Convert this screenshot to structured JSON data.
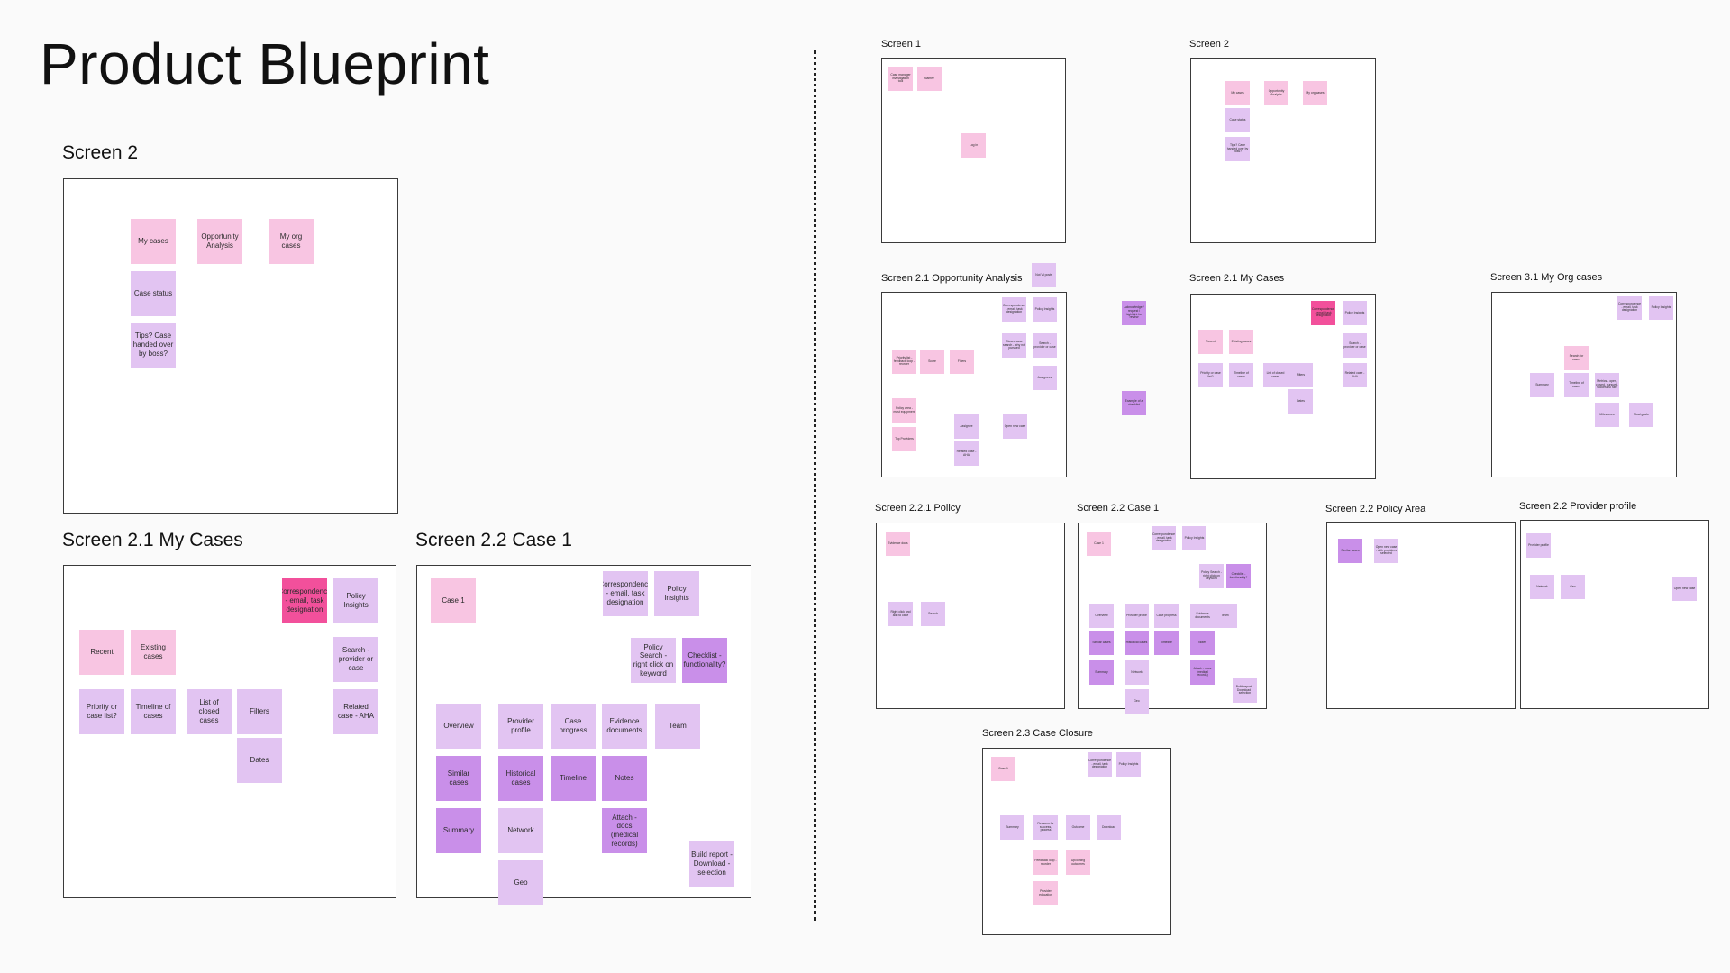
{
  "title": "Product Blueprint",
  "colors": {
    "pink": "#f8c5e2",
    "hot_pink": "#f2509b",
    "lavender": "#e2c4f2",
    "purple": "#c98fe9",
    "background": "#fafafa"
  },
  "boards": [
    {
      "label": "Screen 2",
      "stickies": [
        {
          "text": "My cases",
          "color": "pink"
        },
        {
          "text": "Opportunity Analysis",
          "color": "pink"
        },
        {
          "text": "My org cases",
          "color": "pink"
        },
        {
          "text": "Case status",
          "color": "lavender"
        },
        {
          "text": "Tips? Case handed over by boss?",
          "color": "lavender"
        }
      ]
    },
    {
      "label": "Screen 2.1 My Cases",
      "stickies": [
        {
          "text": "Correspondence - email, task designation",
          "color": "hot_pink"
        },
        {
          "text": "Policy Insights",
          "color": "lavender"
        },
        {
          "text": "Recent",
          "color": "pink"
        },
        {
          "text": "Existing cases",
          "color": "pink"
        },
        {
          "text": "Search - provider or case",
          "color": "lavender"
        },
        {
          "text": "Priority or case list?",
          "color": "lavender"
        },
        {
          "text": "Timeline of cases",
          "color": "lavender"
        },
        {
          "text": "List of closed cases",
          "color": "lavender"
        },
        {
          "text": "Filters",
          "color": "lavender"
        },
        {
          "text": "Related case - AHA",
          "color": "lavender"
        },
        {
          "text": "Dates",
          "color": "lavender"
        }
      ]
    },
    {
      "label": "Screen 2.2 Case 1",
      "stickies": [
        {
          "text": "Case 1",
          "color": "pink"
        },
        {
          "text": "Correspondence - email, task designation",
          "color": "lavender"
        },
        {
          "text": "Policy Insights",
          "color": "lavender"
        },
        {
          "text": "Policy Search - right click on keyword",
          "color": "lavender"
        },
        {
          "text": "Checklist - functionality?",
          "color": "purple"
        },
        {
          "text": "Overview",
          "color": "lavender"
        },
        {
          "text": "Provider profile",
          "color": "lavender"
        },
        {
          "text": "Case progress",
          "color": "lavender"
        },
        {
          "text": "Evidence documents",
          "color": "lavender"
        },
        {
          "text": "Team",
          "color": "lavender"
        },
        {
          "text": "Similar cases",
          "color": "purple"
        },
        {
          "text": "Historical cases",
          "color": "purple"
        },
        {
          "text": "Timeline",
          "color": "purple"
        },
        {
          "text": "Notes",
          "color": "purple"
        },
        {
          "text": "Summary",
          "color": "purple"
        },
        {
          "text": "Network",
          "color": "lavender"
        },
        {
          "text": "Attach - docs (medical records)",
          "color": "purple"
        },
        {
          "text": "Build report - Download - selection",
          "color": "lavender"
        },
        {
          "text": "Geo",
          "color": "lavender"
        }
      ]
    }
  ],
  "mini_boards": [
    {
      "label": "Screen 1",
      "stickies": [
        {
          "text": "Case manager investigation tool",
          "color": "pink"
        },
        {
          "text": "Name?",
          "color": "pink"
        },
        {
          "text": "Log in",
          "color": "pink"
        }
      ]
    },
    {
      "label": "Screen 2",
      "stickies": [
        {
          "text": "My cases",
          "color": "pink"
        },
        {
          "text": "Opportunity Analysis",
          "color": "pink"
        },
        {
          "text": "My org cases",
          "color": "pink"
        },
        {
          "text": "Case status",
          "color": "lavender"
        },
        {
          "text": "Tips? Case handed over by boss?",
          "color": "lavender"
        }
      ]
    },
    {
      "label": "Screen 2.1 Opportunity Analysis",
      "stickies": [
        {
          "text": "Correspondence - email, task designation",
          "color": "lavender"
        },
        {
          "text": "Policy Insights",
          "color": "lavender"
        },
        {
          "text": "Closed case search - why not pursued",
          "color": "lavender"
        },
        {
          "text": "Search - provider or case",
          "color": "lavender"
        },
        {
          "text": "Priority list - feedback loop - reorder",
          "color": "pink"
        },
        {
          "text": "Score",
          "color": "pink"
        },
        {
          "text": "Filters",
          "color": "pink"
        },
        {
          "text": "Assignees",
          "color": "lavender"
        },
        {
          "text": "Policy area - most equipment",
          "color": "pink"
        },
        {
          "text": "Assignee",
          "color": "lavender"
        },
        {
          "text": "Open new case",
          "color": "lavender"
        },
        {
          "text": "Top Providers",
          "color": "pink"
        },
        {
          "text": "Related case - AHA",
          "color": "lavender"
        }
      ]
    },
    {
      "label": "Screen 2.1 My Cases",
      "stickies": [
        {
          "text": "Correspondence - email, task designation",
          "color": "hot_pink"
        },
        {
          "text": "Policy Insights",
          "color": "lavender"
        },
        {
          "text": "Recent",
          "color": "pink"
        },
        {
          "text": "Existing cases",
          "color": "pink"
        },
        {
          "text": "Search - provider or case",
          "color": "lavender"
        },
        {
          "text": "Priority or case list?",
          "color": "lavender"
        },
        {
          "text": "Timeline of cases",
          "color": "lavender"
        },
        {
          "text": "List of closed cases",
          "color": "lavender"
        },
        {
          "text": "Filters",
          "color": "lavender"
        },
        {
          "text": "Related case - AHA",
          "color": "lavender"
        },
        {
          "text": "Dates",
          "color": "lavender"
        }
      ]
    },
    {
      "label": "Screen 3.1 My Org cases",
      "stickies": [
        {
          "text": "Correspondence - email, task designation",
          "color": "lavender"
        },
        {
          "text": "Policy Insights",
          "color": "lavender"
        },
        {
          "text": "Search for cases",
          "color": "pink"
        },
        {
          "text": "Summary",
          "color": "lavender"
        },
        {
          "text": "Timeline of cases",
          "color": "lavender"
        },
        {
          "text": "Metrics - open, closed, pursued, successful rate",
          "color": "lavender"
        },
        {
          "text": "Milestones",
          "color": "lavender"
        },
        {
          "text": "Goal goals",
          "color": "lavender"
        }
      ]
    },
    {
      "label": "Screen 2.2.1 Policy",
      "stickies": [
        {
          "text": "Evidence docs",
          "color": "pink"
        },
        {
          "text": "Right click and add to case",
          "color": "lavender"
        },
        {
          "text": "Search",
          "color": "lavender"
        }
      ]
    },
    {
      "label": "Screen 2.2 Case 1",
      "stickies": [
        {
          "text": "Case 1",
          "color": "pink"
        },
        {
          "text": "Correspondence - email, task designation",
          "color": "lavender"
        },
        {
          "text": "Policy Insights",
          "color": "lavender"
        },
        {
          "text": "Policy Search - right click on keyword",
          "color": "lavender"
        },
        {
          "text": "Checklist - functionality?",
          "color": "purple"
        },
        {
          "text": "Overview",
          "color": "lavender"
        },
        {
          "text": "Provider profile",
          "color": "lavender"
        },
        {
          "text": "Case progress",
          "color": "lavender"
        },
        {
          "text": "Evidence documents",
          "color": "lavender"
        },
        {
          "text": "Team",
          "color": "lavender"
        },
        {
          "text": "Similar cases",
          "color": "purple"
        },
        {
          "text": "Historical cases",
          "color": "purple"
        },
        {
          "text": "Timeline",
          "color": "purple"
        },
        {
          "text": "Notes",
          "color": "purple"
        },
        {
          "text": "Summary",
          "color": "purple"
        },
        {
          "text": "Network",
          "color": "lavender"
        },
        {
          "text": "Attach - docs (medical records)",
          "color": "purple"
        },
        {
          "text": "Build report - Download - selection",
          "color": "lavender"
        },
        {
          "text": "Geo",
          "color": "lavender"
        }
      ]
    },
    {
      "label": "Screen 2.2 Policy Area",
      "stickies": [
        {
          "text": "Similar cases",
          "color": "purple"
        },
        {
          "text": "Open new case - with providers selected",
          "color": "lavender"
        }
      ]
    },
    {
      "label": "Screen 2.2 Provider profile",
      "stickies": [
        {
          "text": "Provider profile",
          "color": "lavender"
        },
        {
          "text": "Network",
          "color": "lavender"
        },
        {
          "text": "Geo",
          "color": "lavender"
        },
        {
          "text": "Open new case",
          "color": "lavender"
        }
      ]
    },
    {
      "label": "Screen 2.3 Case Closure",
      "stickies": [
        {
          "text": "Case 1",
          "color": "pink"
        },
        {
          "text": "Correspondence - email, task designation",
          "color": "lavender"
        },
        {
          "text": "Policy Insights",
          "color": "lavender"
        },
        {
          "text": "Summary",
          "color": "lavender"
        },
        {
          "text": "Reasons for success, process",
          "color": "lavender"
        },
        {
          "text": "Outcome",
          "color": "lavender"
        },
        {
          "text": "Download",
          "color": "lavender"
        },
        {
          "text": "Feedback loop - reorder",
          "color": "pink"
        },
        {
          "text": "Upcoming outcomes",
          "color": "pink"
        },
        {
          "text": "Provider education",
          "color": "pink"
        }
      ]
    }
  ],
  "floating_stickies": [
    {
      "text": "Not VI posts",
      "color": "lavender"
    },
    {
      "text": "Acknowledge / request / highlight for review",
      "color": "purple"
    },
    {
      "text": "Example of a checklist",
      "color": "purple"
    }
  ]
}
